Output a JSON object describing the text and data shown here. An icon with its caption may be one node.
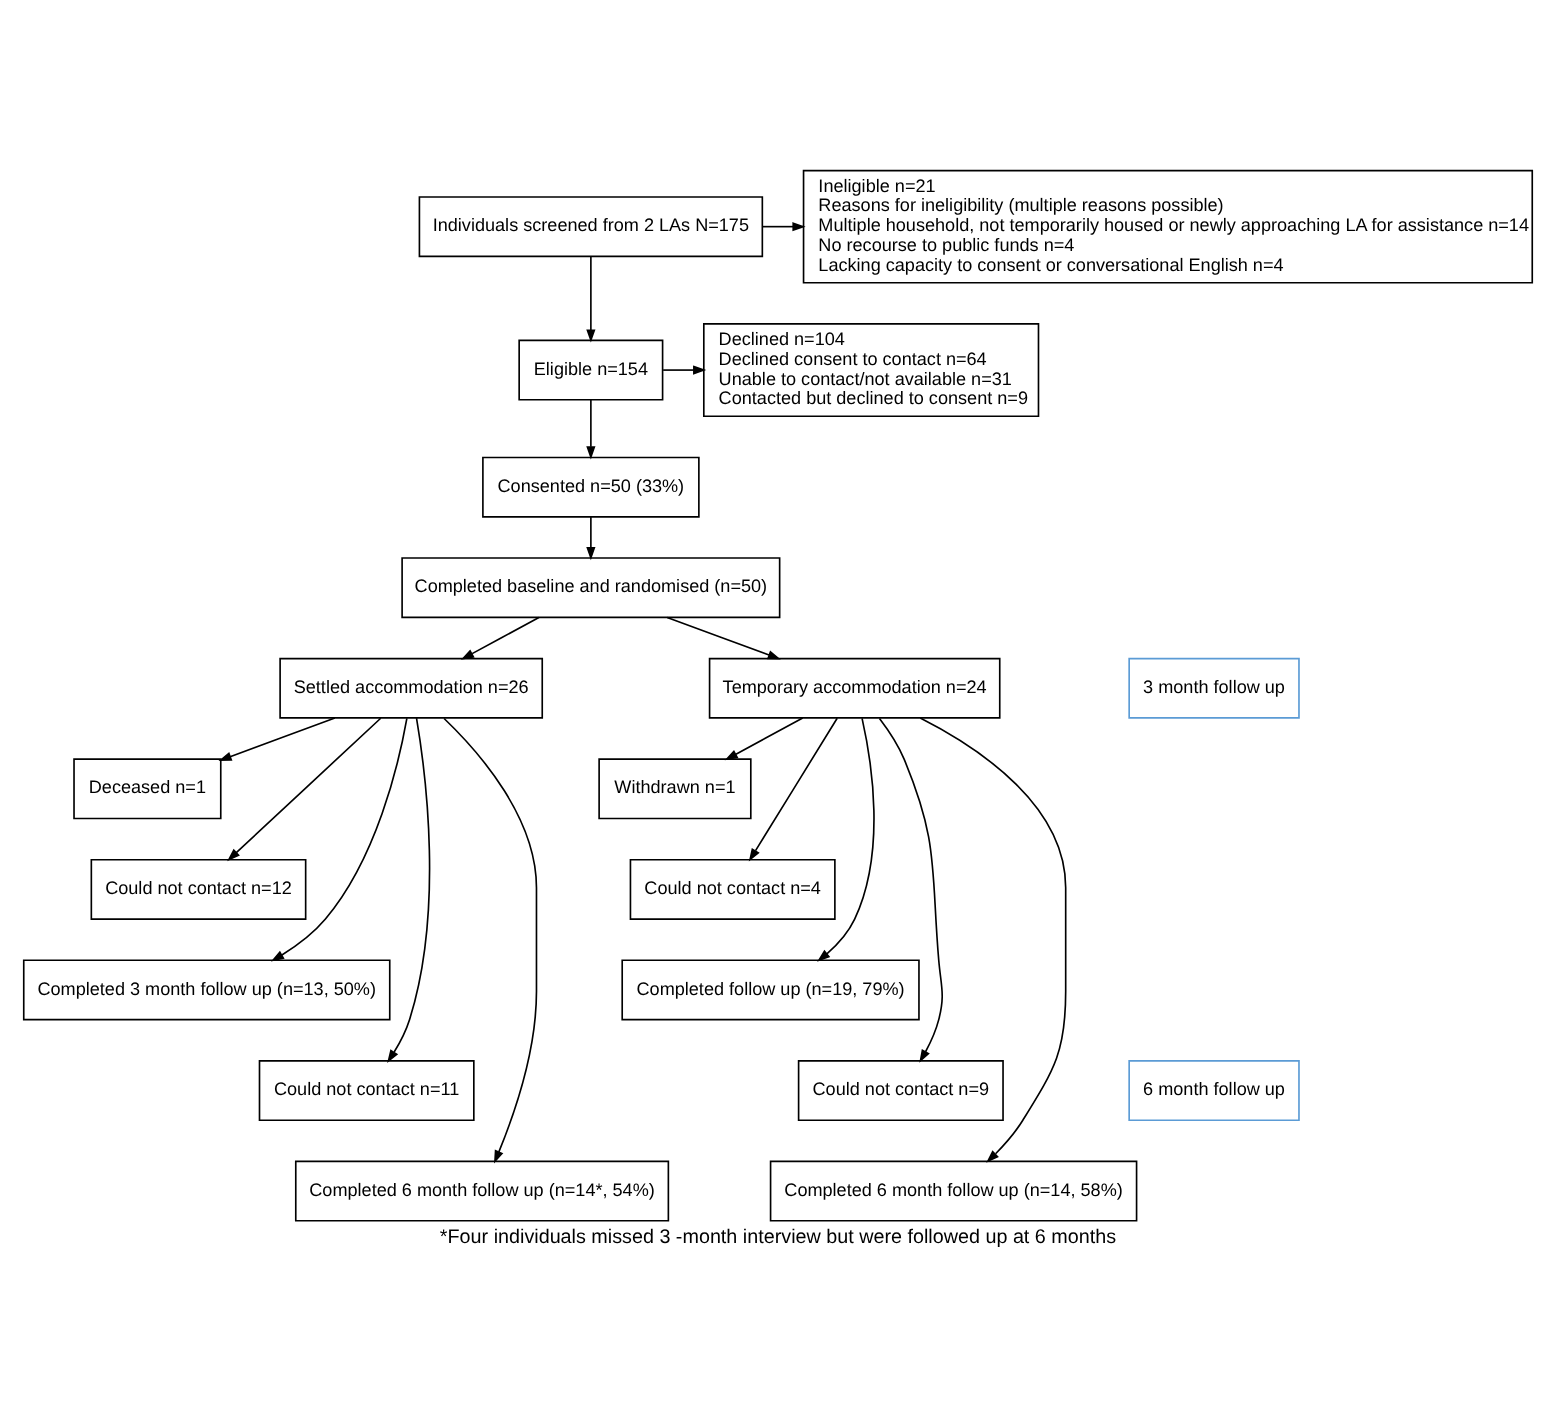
{
  "diagram": {
    "caption": "*Four individuals missed 3 -month interview but were followed up at 6 months",
    "nodes": [
      {
        "text": [
          "Individuals screened from 2 LAs N=175"
        ]
      },
      {
        "text": [
          "Ineligible n=21",
          "Reasons for ineligibility (multiple reasons possible)",
          "Multiple household, not temporarily housed or newly approaching LA for assistance n=14",
          "No recourse to public funds n=4",
          "Lacking capacity to consent or conversational English n=4"
        ]
      },
      {
        "text": [
          "Eligible n=154"
        ]
      },
      {
        "text": [
          "Declined n=104",
          "Declined consent to contact n=64",
          "Unable to contact/not available n=31",
          "Contacted but declined to consent n=9"
        ]
      },
      {
        "text": [
          "Consented n=50 (33%)"
        ]
      },
      {
        "text": [
          "Completed baseline and randomised (n=50)"
        ]
      },
      {
        "text": [
          "Settled accommodation n=26"
        ]
      },
      {
        "text": [
          "Temporary accommodation n=24"
        ]
      },
      {
        "text": [
          "3 month follow up"
        ]
      },
      {
        "text": [
          "Deceased n=1"
        ]
      },
      {
        "text": [
          "Withdrawn n=1"
        ]
      },
      {
        "text": [
          "Could not contact n=12"
        ]
      },
      {
        "text": [
          "Could not contact n=4"
        ]
      },
      {
        "text": [
          "Completed 3 month follow up (n=13, 50%)"
        ]
      },
      {
        "text": [
          "Completed follow up (n=19, 79%)"
        ]
      },
      {
        "text": [
          "6 month follow up"
        ]
      },
      {
        "text": [
          "Could not contact n=11"
        ]
      },
      {
        "text": [
          "Could not contact n=9"
        ]
      },
      {
        "text": [
          "Completed 6 month follow up (n=14*, 54%)"
        ]
      },
      {
        "text": [
          "Completed 6 month follow up (n=14, 58%)"
        ]
      }
    ],
    "edges": [
      {
        "from": 0,
        "to": 2,
        "arrow": "to"
      },
      {
        "from": 0,
        "to": 1,
        "arrow": "to"
      },
      {
        "from": 2,
        "to": 4,
        "arrow": "to"
      },
      {
        "from": 2,
        "to": 3,
        "arrow": "to"
      },
      {
        "from": 4,
        "to": 5,
        "arrow": "to"
      },
      {
        "from": 5,
        "to": 6,
        "arrow": "to"
      },
      {
        "from": 5,
        "to": 7,
        "arrow": "to"
      },
      {
        "from": 6,
        "to": 9,
        "arrow": "to"
      },
      {
        "from": 6,
        "to": 11,
        "arrow": "to"
      },
      {
        "from": 6,
        "to": 13,
        "arrow": "to"
      },
      {
        "from": 6,
        "to": 16,
        "arrow": "to"
      },
      {
        "from": 6,
        "to": 18,
        "arrow": "to"
      },
      {
        "from": 7,
        "to": 10,
        "arrow": "to"
      },
      {
        "from": 7,
        "to": 12,
        "arrow": "to"
      },
      {
        "from": 7,
        "to": 14,
        "arrow": "to"
      },
      {
        "from": 7,
        "to": 17,
        "arrow": "to"
      },
      {
        "from": 7,
        "to": 19,
        "arrow": "to"
      }
    ]
  }
}
